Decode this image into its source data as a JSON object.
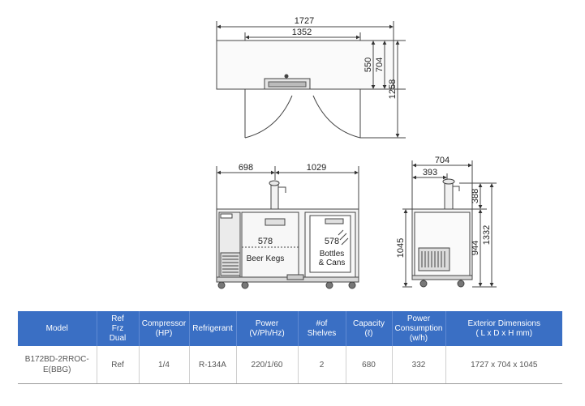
{
  "top_view": {
    "dims": [
      "1727",
      "1352",
      "550",
      "704",
      "1258"
    ]
  },
  "front_view": {
    "dims": [
      "698",
      "1029",
      "578",
      "578",
      "1045"
    ],
    "labels": [
      "Beer Kegs",
      "Bottles",
      "& Cans"
    ]
  },
  "side_view": {
    "dims": [
      "704",
      "393",
      "388",
      "1332",
      "944"
    ]
  },
  "table": {
    "headers": [
      [
        "Model"
      ],
      [
        "Ref",
        "Frz",
        "Dual"
      ],
      [
        "Compressor",
        "(HP)"
      ],
      [
        "Refrigerant"
      ],
      [
        "Power",
        "(V/Ph/Hz)"
      ],
      [
        "#of",
        "Shelves"
      ],
      [
        "Capacity",
        "(ℓ)"
      ],
      [
        "Power",
        "Consumption",
        "(w/h)"
      ],
      [
        "Exterior Dimensions",
        "( L x D x H mm)"
      ]
    ],
    "row": [
      [
        "B172BD-2RROC-",
        "E(BBG)"
      ],
      [
        "Ref"
      ],
      [
        "1/4"
      ],
      [
        "R-134A"
      ],
      [
        "220/1/60"
      ],
      [
        "2"
      ],
      [
        "680"
      ],
      [
        "332"
      ],
      [
        "1727 x 704 x 1045"
      ]
    ]
  }
}
